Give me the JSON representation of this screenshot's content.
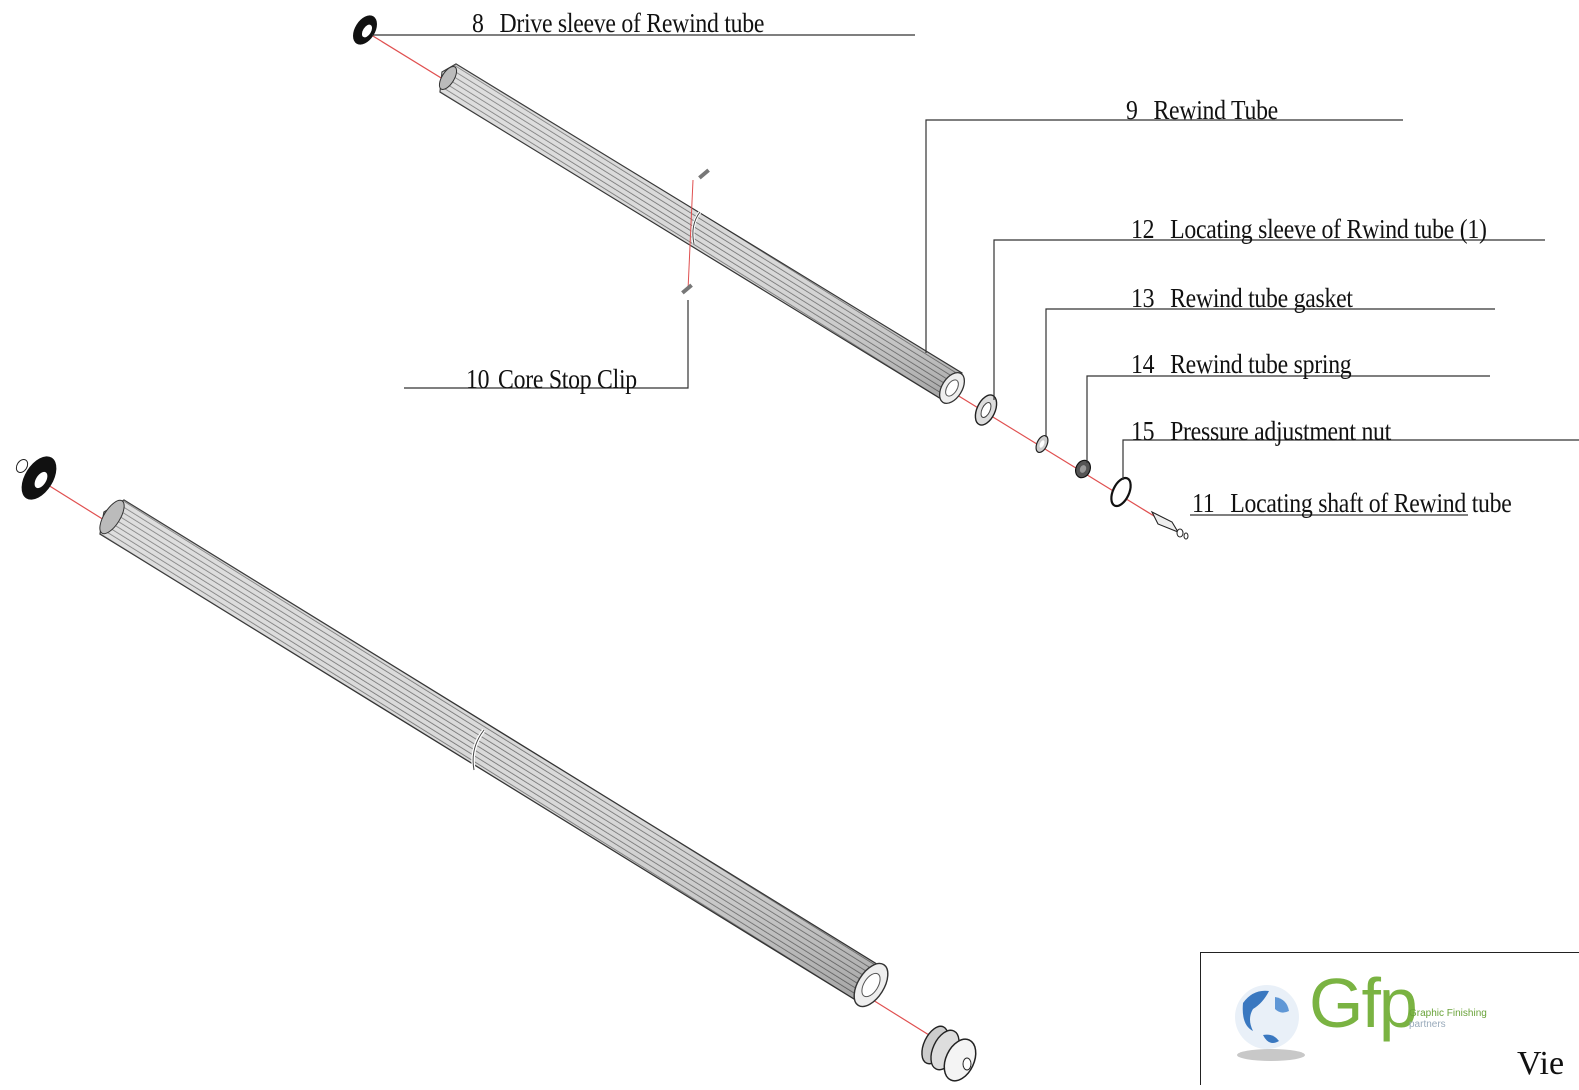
{
  "labels": [
    {
      "num": "8",
      "text": "Drive sleeve of Rewind tube"
    },
    {
      "num": "9",
      "text": "Rewind Tube"
    },
    {
      "num": "12",
      "text": "Locating sleeve of Rwind tube (1)"
    },
    {
      "num": "13",
      "text": "Rewind tube gasket"
    },
    {
      "num": "14",
      "text": "Rewind tube spring"
    },
    {
      "num": "15",
      "text": "Pressure adjustment nut"
    },
    {
      "num": "11",
      "text": "Locating shaft of Rewind tube"
    },
    {
      "num": "10",
      "text": "Core Stop Clip"
    }
  ],
  "logo": {
    "wordmark": "Gfp",
    "tagline_1": "Graphic Finishing",
    "tagline_2": "partners",
    "trailing_text": "Vie"
  },
  "colors": {
    "line": "#333333",
    "axis": "#e05050",
    "logo_green": "#7ab342",
    "logo_blue": "#3a78c0"
  }
}
